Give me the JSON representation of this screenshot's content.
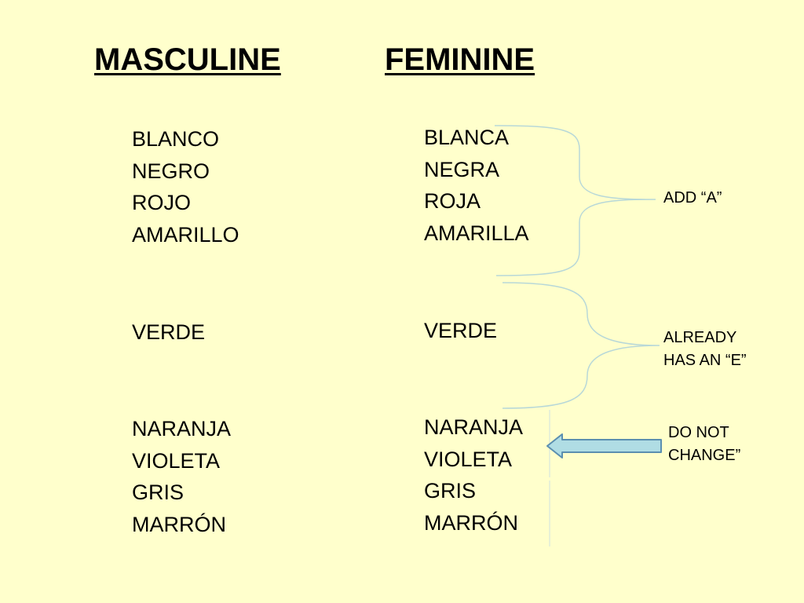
{
  "headings": {
    "masculine": "MASCULINE",
    "feminine": "FEMININE"
  },
  "masculine": {
    "group_a": [
      "BLANCO",
      "NEGRO",
      "ROJO",
      "AMARILLO"
    ],
    "group_e": [
      "VERDE"
    ],
    "group_unchanged": [
      "NARANJA",
      "VIOLETA",
      "GRIS",
      "MARRÓN"
    ]
  },
  "feminine": {
    "group_a": [
      "BLANCA",
      "NEGRA",
      "ROJA",
      "AMARILLA"
    ],
    "group_e": [
      "VERDE"
    ],
    "group_unchanged": [
      "NARANJA",
      "VIOLETA",
      "GRIS",
      "MARRÓN"
    ]
  },
  "notes": {
    "add_a": "ADD “A”",
    "already_e": [
      "ALREADY",
      "HAS AN “E”"
    ],
    "do_not_change": [
      "DO NOT",
      "CHANGE”"
    ]
  },
  "colors": {
    "background": "#ffffcc",
    "brace": "#b8d8d8",
    "arrow_fill": "#b0dde4",
    "arrow_stroke": "#5b8fb0"
  }
}
